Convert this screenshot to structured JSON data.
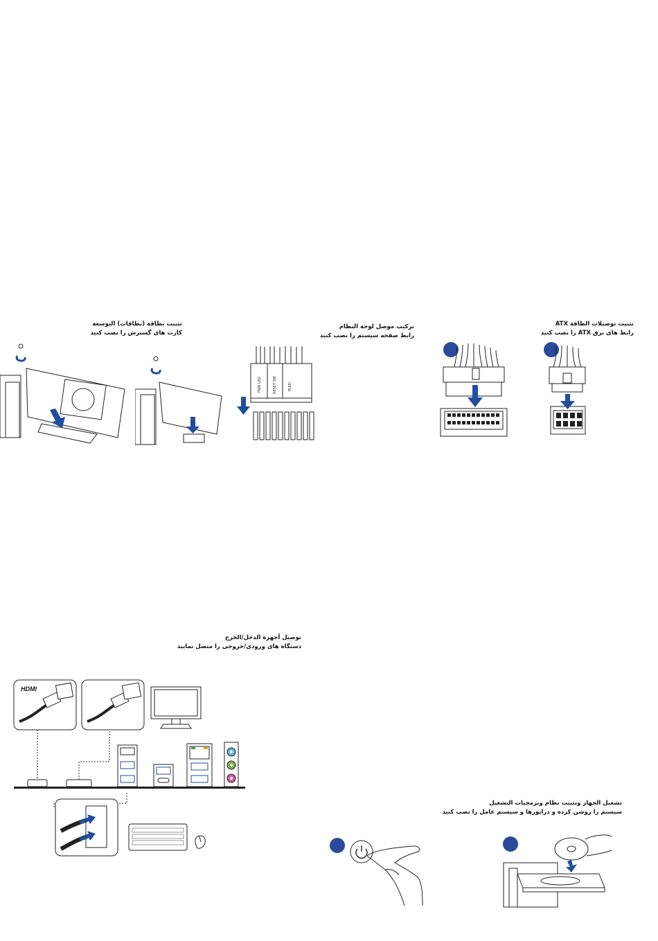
{
  "sections": {
    "atx": {
      "title": "تثبيت توصيلات الطاقة ATX",
      "subtitle": "رابط های برق ATX را نصب کنید",
      "badge_a": "",
      "badge_b": ""
    },
    "panel": {
      "title": "تركيب موصل لوحة النظام",
      "subtitle": "رابط صفحه سيستم را نصب کنيد",
      "pins": [
        "PWR LED",
        "RESET SW",
        "PLED"
      ]
    },
    "expansion": {
      "title": "تثبيت بطاقة (بطاقات) التوسعة",
      "subtitle": "کارت های گسترش را نصب کنید"
    },
    "io": {
      "title": "توصيل أجهزة الدخل/الخرج",
      "subtitle": "دستگاه های ورودی/خروجی را متصل نمایید",
      "hdmi_logo": "HDMI"
    },
    "poweron": {
      "title": "تشغيل الجهاز وتثبيت نظام وبرمجيات التشغيل",
      "subtitle": "سيستم را روشن کرده و درايورها و سيستم عامل را نصب کنيد",
      "badge_a": "",
      "badge_b": ""
    }
  },
  "colors": {
    "accent": "#2a4b9b",
    "arrow": "#1f4e9e",
    "line": "#222222"
  }
}
